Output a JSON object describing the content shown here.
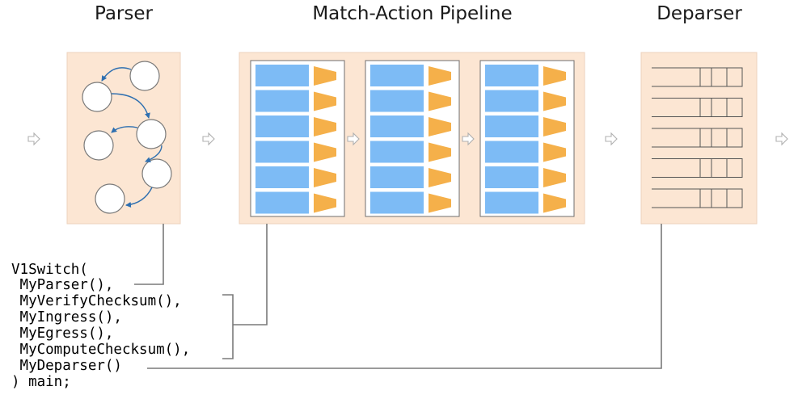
{
  "titles": {
    "parser": "Parser",
    "pipeline": "Match-Action Pipeline",
    "deparser": "Deparser"
  },
  "code_lines": [
    "V1Switch(",
    " MyParser(),",
    " MyVerifyChecksum(),",
    " MyIngress(),",
    " MyEgress(),",
    " MyComputeChecksum(),",
    " MyDeparser()",
    ") main;"
  ],
  "pipeline": {
    "stages": 3,
    "tables_per_stage": 6
  },
  "deparser": {
    "rows": 5
  },
  "parser": {
    "states": 6
  },
  "colors": {
    "block_background": "#fce6d3",
    "table_bar": "#7dbbf5",
    "action": "#f5b04a",
    "transition_arrow": "#2e6fb0",
    "connector": "#7a7a7a"
  }
}
